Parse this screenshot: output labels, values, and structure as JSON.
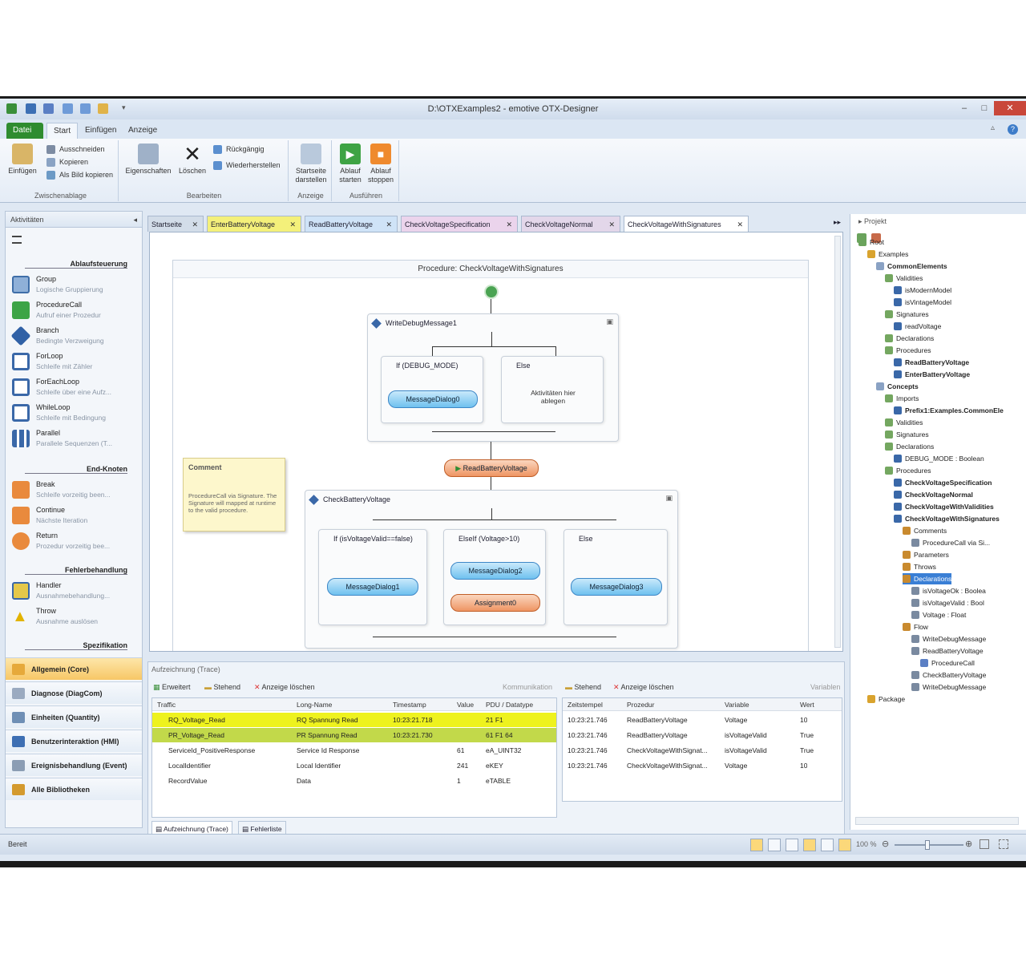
{
  "window": {
    "title": "D:\\OTXExamples2 - emotive OTX-Designer",
    "controls": [
      "–",
      "□",
      "✕"
    ]
  },
  "ribbon_tabs": [
    {
      "label": "Datei"
    },
    {
      "label": "Start"
    },
    {
      "label": "Einfügen"
    },
    {
      "label": "Anzeige"
    }
  ],
  "ribbon": {
    "paste": "Einfügen",
    "cut": "Ausschneiden",
    "copy": "Kopieren",
    "copy_image": "Als Bild kopieren",
    "clipboard_group": "Zwischenablage",
    "properties": "Eigenschaften",
    "delete": "Löschen",
    "undo": "Rückgängig",
    "redo": "Wiederherstellen",
    "edit_group": "Bearbeiten",
    "startpage": "Startseite darstellen",
    "view_group": "Anzeige",
    "run_start": "Ablauf starten",
    "run_stop": "Ablauf stoppen",
    "run_group": "Ausführen"
  },
  "activities": {
    "header": "Aktivitäten",
    "categories": {
      "flow": "Ablaufsteuerung",
      "end": "End-Knoten",
      "error": "Fehlerbehandlung",
      "spec": "Spezifikation"
    },
    "flow_items": [
      {
        "name": "Group",
        "desc": "Logische Gruppierung"
      },
      {
        "name": "ProcedureCall",
        "desc": "Aufruf einer Prozedur"
      },
      {
        "name": "Branch",
        "desc": "Bedingte Verzweigung"
      },
      {
        "name": "ForLoop",
        "desc": "Schleife mit Zähler"
      },
      {
        "name": "ForEachLoop",
        "desc": "Schleife über eine Aufz..."
      },
      {
        "name": "WhileLoop",
        "desc": "Schleife mit Bedingung"
      },
      {
        "name": "Parallel",
        "desc": "Parallele Sequenzen (T..."
      }
    ],
    "end_items": [
      {
        "name": "Break",
        "desc": "Schleife vorzeitig been..."
      },
      {
        "name": "Continue",
        "desc": "Nächste Iteration"
      },
      {
        "name": "Return",
        "desc": "Prozedur vorzeitig bee..."
      }
    ],
    "error_items": [
      {
        "name": "Handler",
        "desc": "Ausnahmebehandlung..."
      },
      {
        "name": "Throw",
        "desc": "Ausnahme auslösen"
      }
    ],
    "libraries": [
      "Allgemein (Core)",
      "Diagnose (DiagCom)",
      "Einheiten (Quantity)",
      "Benutzerinteraktion (HMI)",
      "Ereignisbehandlung (Event)",
      "Alle Bibliotheken"
    ]
  },
  "doc_tabs": [
    "Startseite",
    "EnterBatteryVoltage",
    "ReadBatteryVoltage",
    "CheckVoltageSpecification",
    "CheckVoltageNormal",
    "CheckVoltageWithSignatures"
  ],
  "canvas": {
    "procedure_title": "Procedure: CheckVoltageWithSignatures",
    "group1": "WriteDebugMessage1",
    "if1": "If (DEBUG_MODE)",
    "else1": "Else",
    "else1_hint": "Aktivitäten hier ablegen",
    "msg0": "MessageDialog0",
    "read": "ReadBatteryVoltage",
    "comment_title": "Comment",
    "comment_text": "ProcedureCall via Signature. The Signature will mapped at runtime to the valid procedure.",
    "group2": "CheckBatteryVoltage",
    "if2": "If (isVoltageValid==false)",
    "elseif2": "ElseIf (Voltage>10)",
    "else2": "Else",
    "msg1": "MessageDialog1",
    "msg2": "MessageDialog2",
    "assign": "Assignment0",
    "msg3": "MessageDialog3"
  },
  "project_tree": {
    "header": "Projekt",
    "items": [
      {
        "label": "Root",
        "bold": false,
        "level": 0
      },
      {
        "label": "Examples",
        "bold": false,
        "level": 1
      },
      {
        "label": "CommonElements",
        "bold": true,
        "level": 2
      },
      {
        "label": "Validities",
        "bold": false,
        "level": 3
      },
      {
        "label": "isModernModel",
        "bold": false,
        "level": 4
      },
      {
        "label": "isVintageModel",
        "bold": false,
        "level": 4
      },
      {
        "label": "Signatures",
        "bold": false,
        "level": 3
      },
      {
        "label": "readVoltage",
        "bold": false,
        "level": 4
      },
      {
        "label": "Declarations",
        "bold": false,
        "level": 3
      },
      {
        "label": "Procedures",
        "bold": false,
        "level": 3
      },
      {
        "label": "ReadBatteryVoltage",
        "bold": true,
        "level": 4
      },
      {
        "label": "EnterBatteryVoltage",
        "bold": true,
        "level": 4
      },
      {
        "label": "Concepts",
        "bold": true,
        "level": 2
      },
      {
        "label": "Imports",
        "bold": false,
        "level": 3
      },
      {
        "label": "Prefix1:Examples.CommonEle",
        "bold": true,
        "level": 4
      },
      {
        "label": "Validities",
        "bold": false,
        "level": 3
      },
      {
        "label": "Signatures",
        "bold": false,
        "level": 3
      },
      {
        "label": "Declarations",
        "bold": false,
        "level": 3
      },
      {
        "label": "DEBUG_MODE : Boolean",
        "bold": false,
        "level": 4
      },
      {
        "label": "Procedures",
        "bold": false,
        "level": 3
      },
      {
        "label": "CheckVoltageSpecification",
        "bold": true,
        "level": 4
      },
      {
        "label": "CheckVoltageNormal",
        "bold": true,
        "level": 4
      },
      {
        "label": "CheckVoltageWithValidities",
        "bold": true,
        "level": 4
      },
      {
        "label": "CheckVoltageWithSignatures",
        "bold": true,
        "level": 4
      },
      {
        "label": "Comments",
        "bold": false,
        "level": 5
      },
      {
        "label": "ProcedureCall via Si...",
        "bold": false,
        "level": 6
      },
      {
        "label": "Parameters",
        "bold": false,
        "level": 5
      },
      {
        "label": "Throws",
        "bold": false,
        "level": 5
      },
      {
        "label": "Declarations",
        "bold": false,
        "level": 5,
        "selected": true
      },
      {
        "label": "isVoltageOk : Boolea",
        "bold": false,
        "level": 6
      },
      {
        "label": "isVoltageValid : Bool",
        "bold": false,
        "level": 6
      },
      {
        "label": "Voltage : Float",
        "bold": false,
        "level": 6
      },
      {
        "label": "Flow",
        "bold": false,
        "level": 5
      },
      {
        "label": "WriteDebugMessage",
        "bold": false,
        "level": 6
      },
      {
        "label": "ReadBatteryVoltage",
        "bold": false,
        "level": 6
      },
      {
        "label": "ProcedureCall",
        "bold": false,
        "level": 7
      },
      {
        "label": "CheckBatteryVoltage",
        "bold": false,
        "level": 6
      },
      {
        "label": "WriteDebugMessage",
        "bold": false,
        "level": 6
      },
      {
        "label": "Package",
        "bold": false,
        "level": 1
      }
    ]
  },
  "trace": {
    "title": "Aufzeichnung (Trace)",
    "expanded": "Erweitert",
    "standing": "Stehend",
    "clear": "Anzeige löschen",
    "communication": "Kommunikation",
    "standing2": "Stehend",
    "clear2": "Anzeige löschen",
    "variables": "Variablen",
    "comm_columns": [
      "Traffic",
      "Long-Name",
      "Timestamp",
      "Value",
      "PDU / Datatype"
    ],
    "comm_rows": [
      {
        "traffic": "RQ_Voltage_Read",
        "long": "RQ Spannung Read",
        "ts": "10:23:21.718",
        "value": "",
        "pdu": "21 F1",
        "hl": "yellow"
      },
      {
        "traffic": "PR_Voltage_Read",
        "long": "PR Spannung Read",
        "ts": "10:23:21.730",
        "value": "",
        "pdu": "61 F1 64",
        "hl": "green"
      },
      {
        "traffic": "ServiceId_PositiveResponse",
        "long": "Service Id Response",
        "ts": "",
        "value": "61",
        "pdu": "eA_UINT32",
        "hl": ""
      },
      {
        "traffic": "LocalIdentifier",
        "long": "Local Identifier",
        "ts": "",
        "value": "241",
        "pdu": "eKEY",
        "hl": ""
      },
      {
        "traffic": "RecordValue",
        "long": "Data",
        "ts": "",
        "value": "1",
        "pdu": "eTABLE",
        "hl": ""
      }
    ],
    "var_columns": [
      "Zeitstempel",
      "Prozedur",
      "Variable",
      "Wert"
    ],
    "var_rows": [
      {
        "ts": "10:23:21.746",
        "proc": "ReadBatteryVoltage",
        "var": "Voltage",
        "val": "10"
      },
      {
        "ts": "10:23:21.746",
        "proc": "ReadBatteryVoltage",
        "var": "isVoltageValid",
        "val": "True"
      },
      {
        "ts": "10:23:21.746",
        "proc": "CheckVoltageWithSignat...",
        "var": "isVoltageValid",
        "val": "True"
      },
      {
        "ts": "10:23:21.746",
        "proc": "CheckVoltageWithSignat...",
        "var": "Voltage",
        "val": "10"
      }
    ],
    "bottom_tabs": [
      "Aufzeichnung (Trace)",
      "Fehlerliste"
    ]
  },
  "status": {
    "text": "Bereit",
    "zoom": "100 %"
  },
  "colors": {
    "file_tab": "#2f8c2f",
    "node_blue": "#6fc1ef",
    "node_orange": "#ee9563",
    "trace_yellow": "#eef21e",
    "trace_green": "#c2d94a"
  }
}
